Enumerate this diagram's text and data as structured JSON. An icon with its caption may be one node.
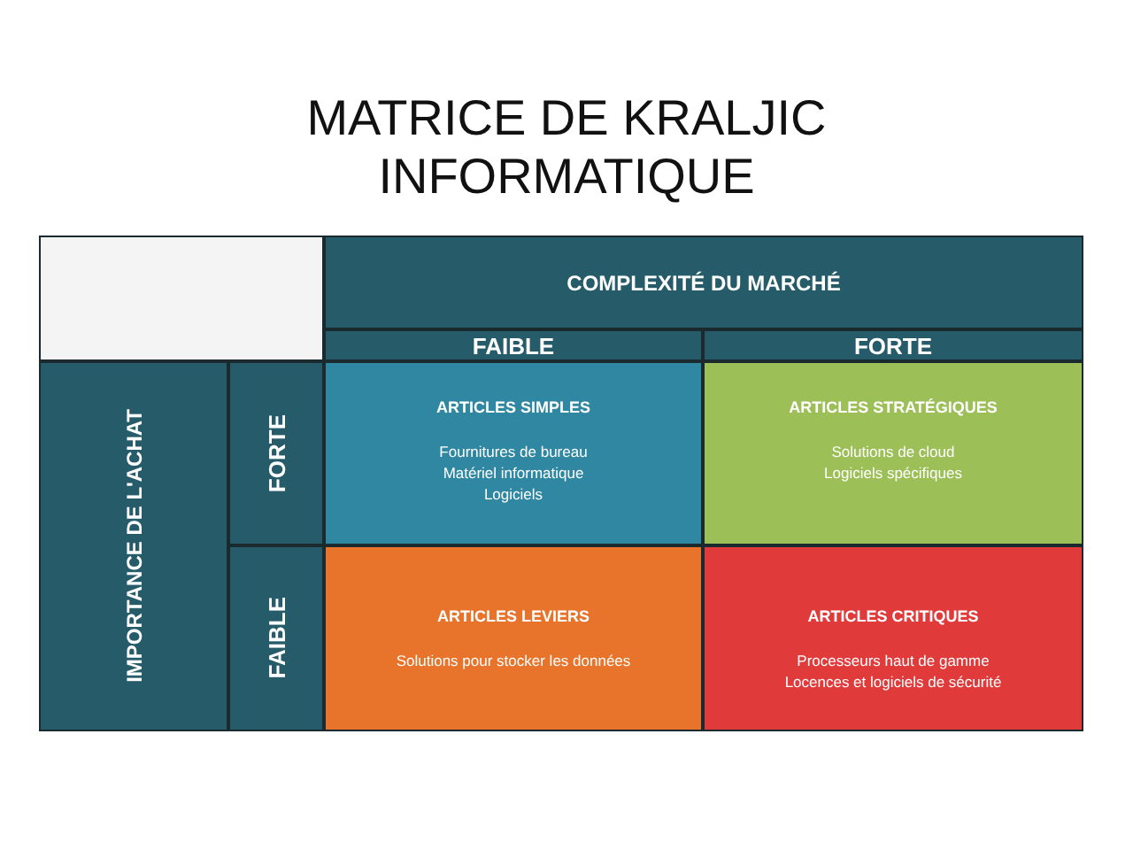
{
  "diagram": {
    "title": "MATRICE DE KRALJIC INFORMATIQUE",
    "nodes": [
      {
        "text": [],
        "shape": "box"
      },
      {
        "text": [
          "COMPLEXITÉ DU MARCHÉ"
        ]
      },
      {
        "text": [
          "FAIBLE"
        ]
      },
      {
        "text": [
          "FORTE"
        ]
      },
      {
        "text": [
          "IMPORTANCE DE L'ACHAT"
        ]
      },
      {
        "text": [
          "FORTE"
        ]
      },
      {
        "text": [
          "ARTICLES SIMPLES",
          "Fournitures de bureau",
          "Matériel informatique",
          "Logiciels"
        ]
      },
      {
        "text": [
          "ARTICLES STRATÉGIQUES",
          "Solutions de cloud",
          "Logiciels spécifiques"
        ]
      },
      {
        "text": [
          "FAIBLE"
        ]
      },
      {
        "text": [
          "ARTICLES LEVIERS",
          "Solutions pour stocker les données"
        ]
      },
      {
        "text": [
          "ARTICLES CRITIQUES",
          "Processeurs haut de gamme",
          "Locences et logiciels de sécurité"
        ]
      }
    ]
  }
}
